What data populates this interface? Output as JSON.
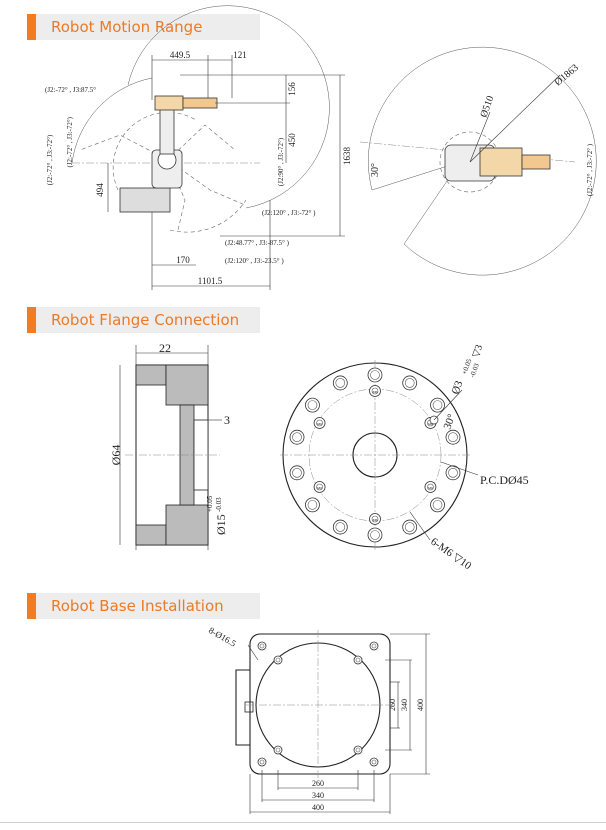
{
  "sections": {
    "motion": "Robot Motion Range",
    "flange": "Robot Flange Connection",
    "base": "Robot Base Installation"
  },
  "motion": {
    "dim_449": "449.5",
    "dim_121": "121",
    "dim_156": "156",
    "dim_450": "450",
    "dim_1638": "1638",
    "dim_494": "494",
    "dim_170": "170",
    "dim_1101": "1101.5",
    "j_top": "(J2:-72° , J3:87.5°",
    "j_left_a": "(J2:-72° , J3:-72°)",
    "j_left_b": "(J2:-72° , J3:-72°)",
    "j_mid_a": "(J2:90° , J3:-72°)",
    "j_right1": "(J2:120° , J3:-72° )",
    "j_right2": "(J2:48.77° , J3:-87.5° )",
    "j_right3": "(J2:120° , J3:-23.5° )",
    "d510": "Ø510",
    "d1863": "Ø1863",
    "angle30": "30°",
    "j_top_view": "(J2:-72° , J3:-72° )"
  },
  "flange": {
    "w22": "22",
    "d64": "Ø64",
    "t3": "3",
    "d15": "Ø15",
    "tol15_up": "+0.05",
    "tol15_dn": "-0.03",
    "hole3": "Ø3",
    "tol3_up": "+0.05",
    "tol3_dn": "-0.03",
    "hole3_depth": "▽3",
    "a30": "30°",
    "pcd": "P.C.DØ45",
    "m6": "6-M6 ▽10",
    "hole_lbl": "M6"
  },
  "base": {
    "holes": "8-Ø16.5",
    "v260": "260",
    "v340": "340",
    "v400": "400",
    "h260": "260",
    "h340": "340",
    "h400": "400"
  }
}
